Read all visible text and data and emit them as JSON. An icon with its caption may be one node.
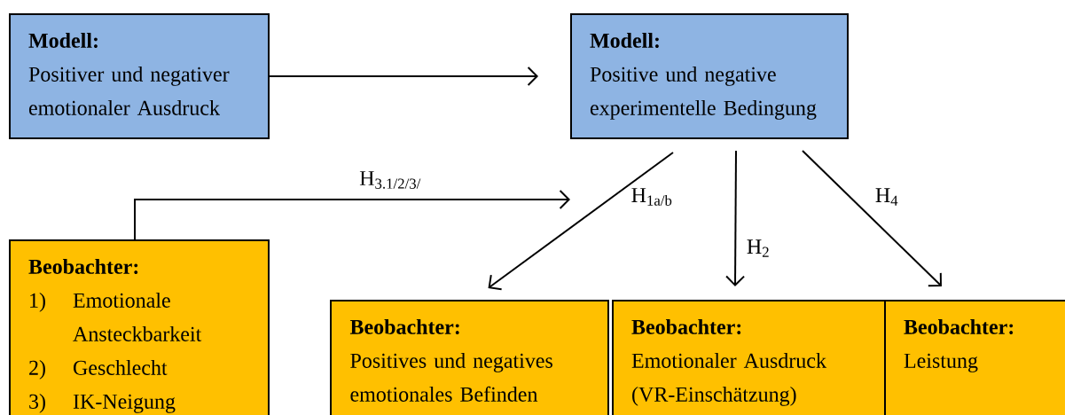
{
  "diagram": {
    "nodes": [
      {
        "text": [
          "Modell:",
          "Positiver und negativer emotionaler Ausdruck"
        ]
      },
      {
        "text": [
          "Modell:",
          "Positive und negative experimentelle Bedingung"
        ]
      },
      {
        "text": [
          "Beobachter:",
          "1)",
          "Emotionale Ansteckbarkeit",
          "2)",
          "Geschlecht",
          "3)",
          "IK-Neigung"
        ]
      },
      {
        "text": [
          "Beobachter:",
          "Positives und negatives emotionales Befinden"
        ]
      },
      {
        "text": [
          "Beobachter:",
          "Emotionaler Ausdruck (VR-Einschätzung)"
        ]
      },
      {
        "text": [
          "Beobachter:",
          "Leistung"
        ]
      }
    ],
    "edges": [
      {
        "from": 0,
        "to": 1,
        "arrow": "to"
      },
      {
        "from": 2,
        "to": null,
        "arrow": "to",
        "label": "H$_{3.1/2/3/}$"
      },
      {
        "from": 1,
        "to": 3,
        "arrow": "to",
        "label": "H$_{1a/b}$"
      },
      {
        "from": 1,
        "to": 4,
        "arrow": "to",
        "label": "H$_{2}$"
      },
      {
        "from": 1,
        "to": 5,
        "arrow": "to",
        "label": "H$_{4}$"
      }
    ]
  }
}
